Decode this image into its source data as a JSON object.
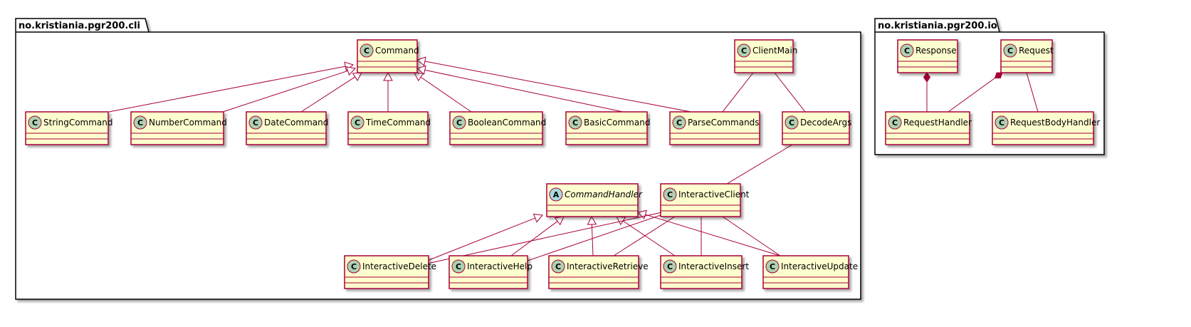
{
  "colors": {
    "class_fill": "#FEFECE",
    "class_border": "#A80036",
    "badge_class": "#ADD1B2",
    "badge_abstract": "#A9DCDF",
    "package_border": "#000000",
    "shadow": "#9e9e9e"
  },
  "packages": [
    {
      "id": "cli",
      "name": "no.kristiania.pgr200.cli"
    },
    {
      "id": "io",
      "name": "no.kristiania.pgr200.io"
    }
  ],
  "classes": [
    {
      "id": "Command",
      "name": "Command",
      "stereotype": "C"
    },
    {
      "id": "ClientMain",
      "name": "ClientMain",
      "stereotype": "C"
    },
    {
      "id": "StringCommand",
      "name": "StringCommand",
      "stereotype": "C"
    },
    {
      "id": "NumberCommand",
      "name": "NumberCommand",
      "stereotype": "C"
    },
    {
      "id": "DateCommand",
      "name": "DateCommand",
      "stereotype": "C"
    },
    {
      "id": "TimeCommand",
      "name": "TimeCommand",
      "stereotype": "C"
    },
    {
      "id": "BooleanCommand",
      "name": "BooleanCommand",
      "stereotype": "C"
    },
    {
      "id": "BasicCommand",
      "name": "BasicCommand",
      "stereotype": "C"
    },
    {
      "id": "ParseCommands",
      "name": "ParseCommands",
      "stereotype": "C"
    },
    {
      "id": "DecodeArgs",
      "name": "DecodeArgs",
      "stereotype": "C"
    },
    {
      "id": "CommandHandler",
      "name": "CommandHandler",
      "stereotype": "A",
      "abstract": true
    },
    {
      "id": "InteractiveClient",
      "name": "InteractiveClient",
      "stereotype": "C"
    },
    {
      "id": "InteractiveDelete",
      "name": "InteractiveDelete",
      "stereotype": "C"
    },
    {
      "id": "InteractiveHelp",
      "name": "InteractiveHelp",
      "stereotype": "C"
    },
    {
      "id": "InteractiveRetrieve",
      "name": "InteractiveRetrieve",
      "stereotype": "C"
    },
    {
      "id": "InteractiveInsert",
      "name": "InteractiveInsert",
      "stereotype": "C"
    },
    {
      "id": "InteractiveUpdate",
      "name": "InteractiveUpdate",
      "stereotype": "C"
    },
    {
      "id": "Response",
      "name": "Response",
      "stereotype": "C"
    },
    {
      "id": "Request",
      "name": "Request",
      "stereotype": "C"
    },
    {
      "id": "RequestHandler",
      "name": "RequestHandler",
      "stereotype": "C"
    },
    {
      "id": "RequestBodyHandler",
      "name": "RequestBodyHandler",
      "stereotype": "C"
    }
  ],
  "relations": [
    {
      "from": "StringCommand",
      "to": "Command",
      "type": "extends"
    },
    {
      "from": "NumberCommand",
      "to": "Command",
      "type": "extends"
    },
    {
      "from": "DateCommand",
      "to": "Command",
      "type": "extends"
    },
    {
      "from": "TimeCommand",
      "to": "Command",
      "type": "extends"
    },
    {
      "from": "BooleanCommand",
      "to": "Command",
      "type": "extends"
    },
    {
      "from": "BasicCommand",
      "to": "Command",
      "type": "extends"
    },
    {
      "from": "ParseCommands",
      "to": "Command",
      "type": "extends"
    },
    {
      "from": "ClientMain",
      "to": "ParseCommands",
      "type": "association"
    },
    {
      "from": "ClientMain",
      "to": "DecodeArgs",
      "type": "association"
    },
    {
      "from": "DecodeArgs",
      "to": "InteractiveClient",
      "type": "association"
    },
    {
      "from": "InteractiveDelete",
      "to": "CommandHandler",
      "type": "extends"
    },
    {
      "from": "InteractiveHelp",
      "to": "CommandHandler",
      "type": "extends"
    },
    {
      "from": "InteractiveRetrieve",
      "to": "CommandHandler",
      "type": "extends"
    },
    {
      "from": "InteractiveInsert",
      "to": "CommandHandler",
      "type": "extends"
    },
    {
      "from": "InteractiveUpdate",
      "to": "CommandHandler",
      "type": "extends"
    },
    {
      "from": "InteractiveClient",
      "to": "InteractiveDelete",
      "type": "association"
    },
    {
      "from": "InteractiveClient",
      "to": "InteractiveHelp",
      "type": "association"
    },
    {
      "from": "InteractiveClient",
      "to": "InteractiveRetrieve",
      "type": "association"
    },
    {
      "from": "InteractiveClient",
      "to": "InteractiveInsert",
      "type": "association"
    },
    {
      "from": "InteractiveClient",
      "to": "InteractiveUpdate",
      "type": "association"
    },
    {
      "from": "Response",
      "to": "RequestHandler",
      "type": "composition"
    },
    {
      "from": "Request",
      "to": "RequestHandler",
      "type": "composition"
    },
    {
      "from": "Request",
      "to": "RequestBodyHandler",
      "type": "association"
    }
  ]
}
